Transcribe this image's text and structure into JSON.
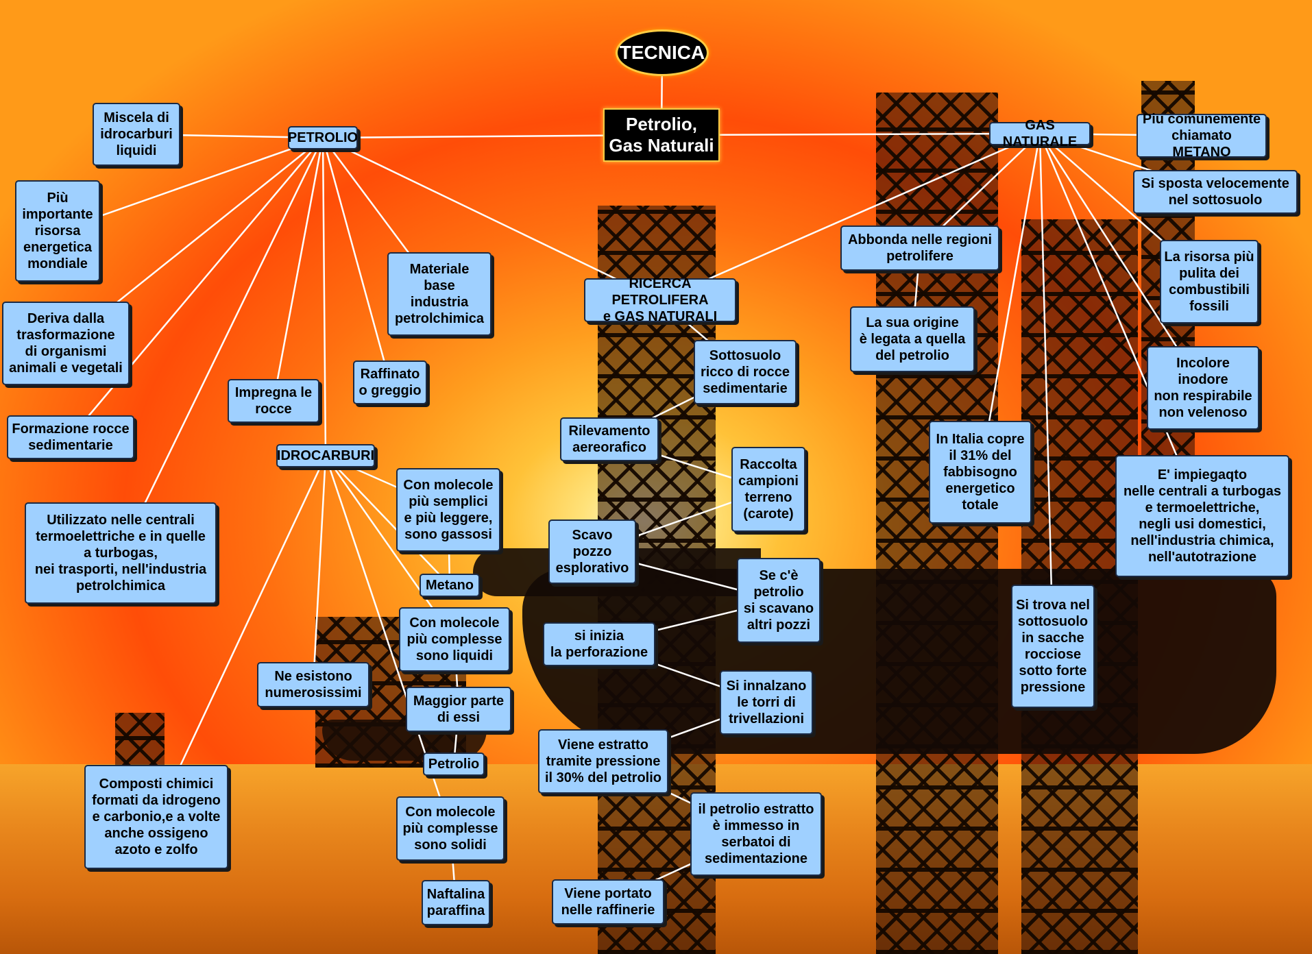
{
  "diagram": {
    "nodes": [
      {
        "id": "tecnica",
        "text": "TECNICA"
      },
      {
        "id": "center",
        "text": "Petrolio,\nGas Naturali"
      },
      {
        "id": "petrolio",
        "text": "PETROLIO"
      },
      {
        "id": "gas",
        "text": "GAS NATURALE"
      },
      {
        "id": "miscela",
        "text": "Miscela di\nidrocarburi\nliquidi"
      },
      {
        "id": "piu_importante",
        "text": "Più\nimportante\nrisorsa\nenergetica\nmondiale"
      },
      {
        "id": "deriva",
        "text": "Deriva dalla\ntrasformazione\ndi organismi\nanimali e vegetali"
      },
      {
        "id": "formazione",
        "text": "Formazione rocce\nsedimentarie"
      },
      {
        "id": "utilizzato",
        "text": "Utilizzato nelle centrali\ntermoelettriche e in quelle\na turbogas,\nnei trasporti, nell'industria\npetrolchimica"
      },
      {
        "id": "impregna",
        "text": "Impregna le\nrocce"
      },
      {
        "id": "raffinato",
        "text": "Raffinato\no greggio"
      },
      {
        "id": "materiale",
        "text": "Materiale\nbase\nindustria\npetrolchimica"
      },
      {
        "id": "idrocarburi",
        "text": "IDROCARBURI"
      },
      {
        "id": "mol_gas",
        "text": "Con molecole\npiù semplici\ne più leggere,\nsono gassosi"
      },
      {
        "id": "metano_small",
        "text": "Metano"
      },
      {
        "id": "mol_liq",
        "text": "Con molecole\npiù complesse\nsono liquidi"
      },
      {
        "id": "maggior",
        "text": "Maggior parte\ndi essi"
      },
      {
        "id": "petrolio_small",
        "text": "Petrolio"
      },
      {
        "id": "mol_sol",
        "text": "Con molecole\npiù complesse\nsono solidi"
      },
      {
        "id": "naftalina",
        "text": "Naftalina\nparaffina"
      },
      {
        "id": "numerosi",
        "text": "Ne esistono\nnumerosissimi"
      },
      {
        "id": "composti",
        "text": "Composti chimici\nformati da idrogeno\ne carbonio,e a volte\nanche ossigeno\nazoto e zolfo"
      },
      {
        "id": "ricerca",
        "text": "RICERCA PETROLIFERA\ne GAS NATURALI"
      },
      {
        "id": "sottosuolo",
        "text": "Sottosuolo\nricco di rocce\nsedimentarie"
      },
      {
        "id": "rilevamento",
        "text": "Rilevamento\naereorafico"
      },
      {
        "id": "raccolta",
        "text": "Raccolta\ncampioni\nterreno\n(carote)"
      },
      {
        "id": "scavo",
        "text": "Scavo\npozzo\nesplorativo"
      },
      {
        "id": "se_ce",
        "text": "Se c'è\npetrolio\nsi scavano\naltri pozzi"
      },
      {
        "id": "perforazione",
        "text": "si inizia\nla perforazione"
      },
      {
        "id": "torri",
        "text": "Si innalzano\nle torri di\ntrivellazioni"
      },
      {
        "id": "estratto",
        "text": "Viene estratto\ntramite pressione\nil 30% del petrolio"
      },
      {
        "id": "immesso",
        "text": "il petrolio estratto\nè immesso in\nserbatoi di\nsedimentazione"
      },
      {
        "id": "raffinerie",
        "text": "Viene portato\nnelle raffinerie"
      },
      {
        "id": "metano",
        "text": "Piu comunemente\nchiamato METANO"
      },
      {
        "id": "sposta",
        "text": "Si sposta velocemente\nnel sottosuolo"
      },
      {
        "id": "abbonda",
        "text": "Abbonda nelle regioni\npetrolifere"
      },
      {
        "id": "origine",
        "text": "La sua origine\nè legata a quella\ndel petrolio"
      },
      {
        "id": "pulita",
        "text": "La risorsa più\npulita dei\ncombustibili\nfossili"
      },
      {
        "id": "incolore",
        "text": "Incolore\ninodore\nnon respirabile\nnon velenoso"
      },
      {
        "id": "italia",
        "text": "In Italia copre\nil 31% del\nfabbisogno\nenergetico\ntotale"
      },
      {
        "id": "impiegato",
        "text": "E'  impiegaqto\nnelle centrali a turbogas\ne termoelettriche,\nnegli usi domestici,\nnell'industria chimica,\nnell'autotrazione"
      },
      {
        "id": "sacche",
        "text": "Si trova nel\nsottosuolo\nin sacche\nrocciose\nsotto forte\npressione"
      }
    ],
    "edges": [
      [
        "tecnica",
        "center"
      ],
      [
        "center",
        "petrolio"
      ],
      [
        "center",
        "gas"
      ],
      [
        "petrolio",
        "miscela"
      ],
      [
        "petrolio",
        "piu_importante"
      ],
      [
        "petrolio",
        "deriva"
      ],
      [
        "petrolio",
        "formazione"
      ],
      [
        "petrolio",
        "utilizzato"
      ],
      [
        "petrolio",
        "impregna"
      ],
      [
        "petrolio",
        "idrocarburi"
      ],
      [
        "petrolio",
        "raffinato"
      ],
      [
        "petrolio",
        "materiale"
      ],
      [
        "petrolio",
        "ricerca"
      ],
      [
        "gas",
        "ricerca"
      ],
      [
        "idrocarburi",
        "mol_gas"
      ],
      [
        "idrocarburi",
        "metano_small"
      ],
      [
        "idrocarburi",
        "mol_liq"
      ],
      [
        "idrocarburi",
        "mol_sol"
      ],
      [
        "idrocarburi",
        "numerosi"
      ],
      [
        "idrocarburi",
        "composti"
      ],
      [
        "mol_gas",
        "metano_small"
      ],
      [
        "mol_liq",
        "maggior"
      ],
      [
        "maggior",
        "petrolio_small"
      ],
      [
        "mol_sol",
        "naftalina"
      ],
      [
        "ricerca",
        "sottosuolo"
      ],
      [
        "sottosuolo",
        "rilevamento"
      ],
      [
        "rilevamento",
        "raccolta"
      ],
      [
        "raccolta",
        "scavo"
      ],
      [
        "scavo",
        "se_ce"
      ],
      [
        "se_ce",
        "perforazione"
      ],
      [
        "perforazione",
        "torri"
      ],
      [
        "torri",
        "estratto"
      ],
      [
        "estratto",
        "immesso"
      ],
      [
        "immesso",
        "raffinerie"
      ],
      [
        "gas",
        "metano"
      ],
      [
        "gas",
        "sposta"
      ],
      [
        "gas",
        "abbonda"
      ],
      [
        "abbonda",
        "origine"
      ],
      [
        "gas",
        "pulita"
      ],
      [
        "gas",
        "incolore"
      ],
      [
        "gas",
        "italia"
      ],
      [
        "gas",
        "impiegato"
      ],
      [
        "gas",
        "sacche"
      ]
    ]
  }
}
